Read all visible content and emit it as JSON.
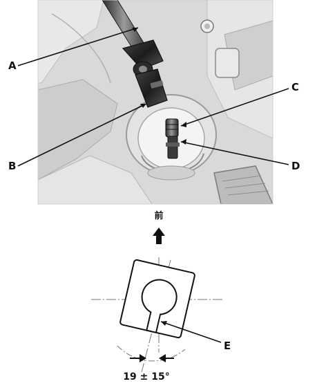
{
  "callouts": {
    "a": "A",
    "b": "B",
    "c": "C",
    "d": "D",
    "e": "E"
  },
  "direction": {
    "label": "前",
    "arrow_icon": "up-arrow-icon"
  },
  "angle": {
    "label": "19 ± 15°"
  },
  "colors": {
    "photo_bg": "#d7d7d7",
    "outline": "#111111",
    "metal_dark": "#3a3a3a",
    "metal_light": "#f2f2f2"
  }
}
